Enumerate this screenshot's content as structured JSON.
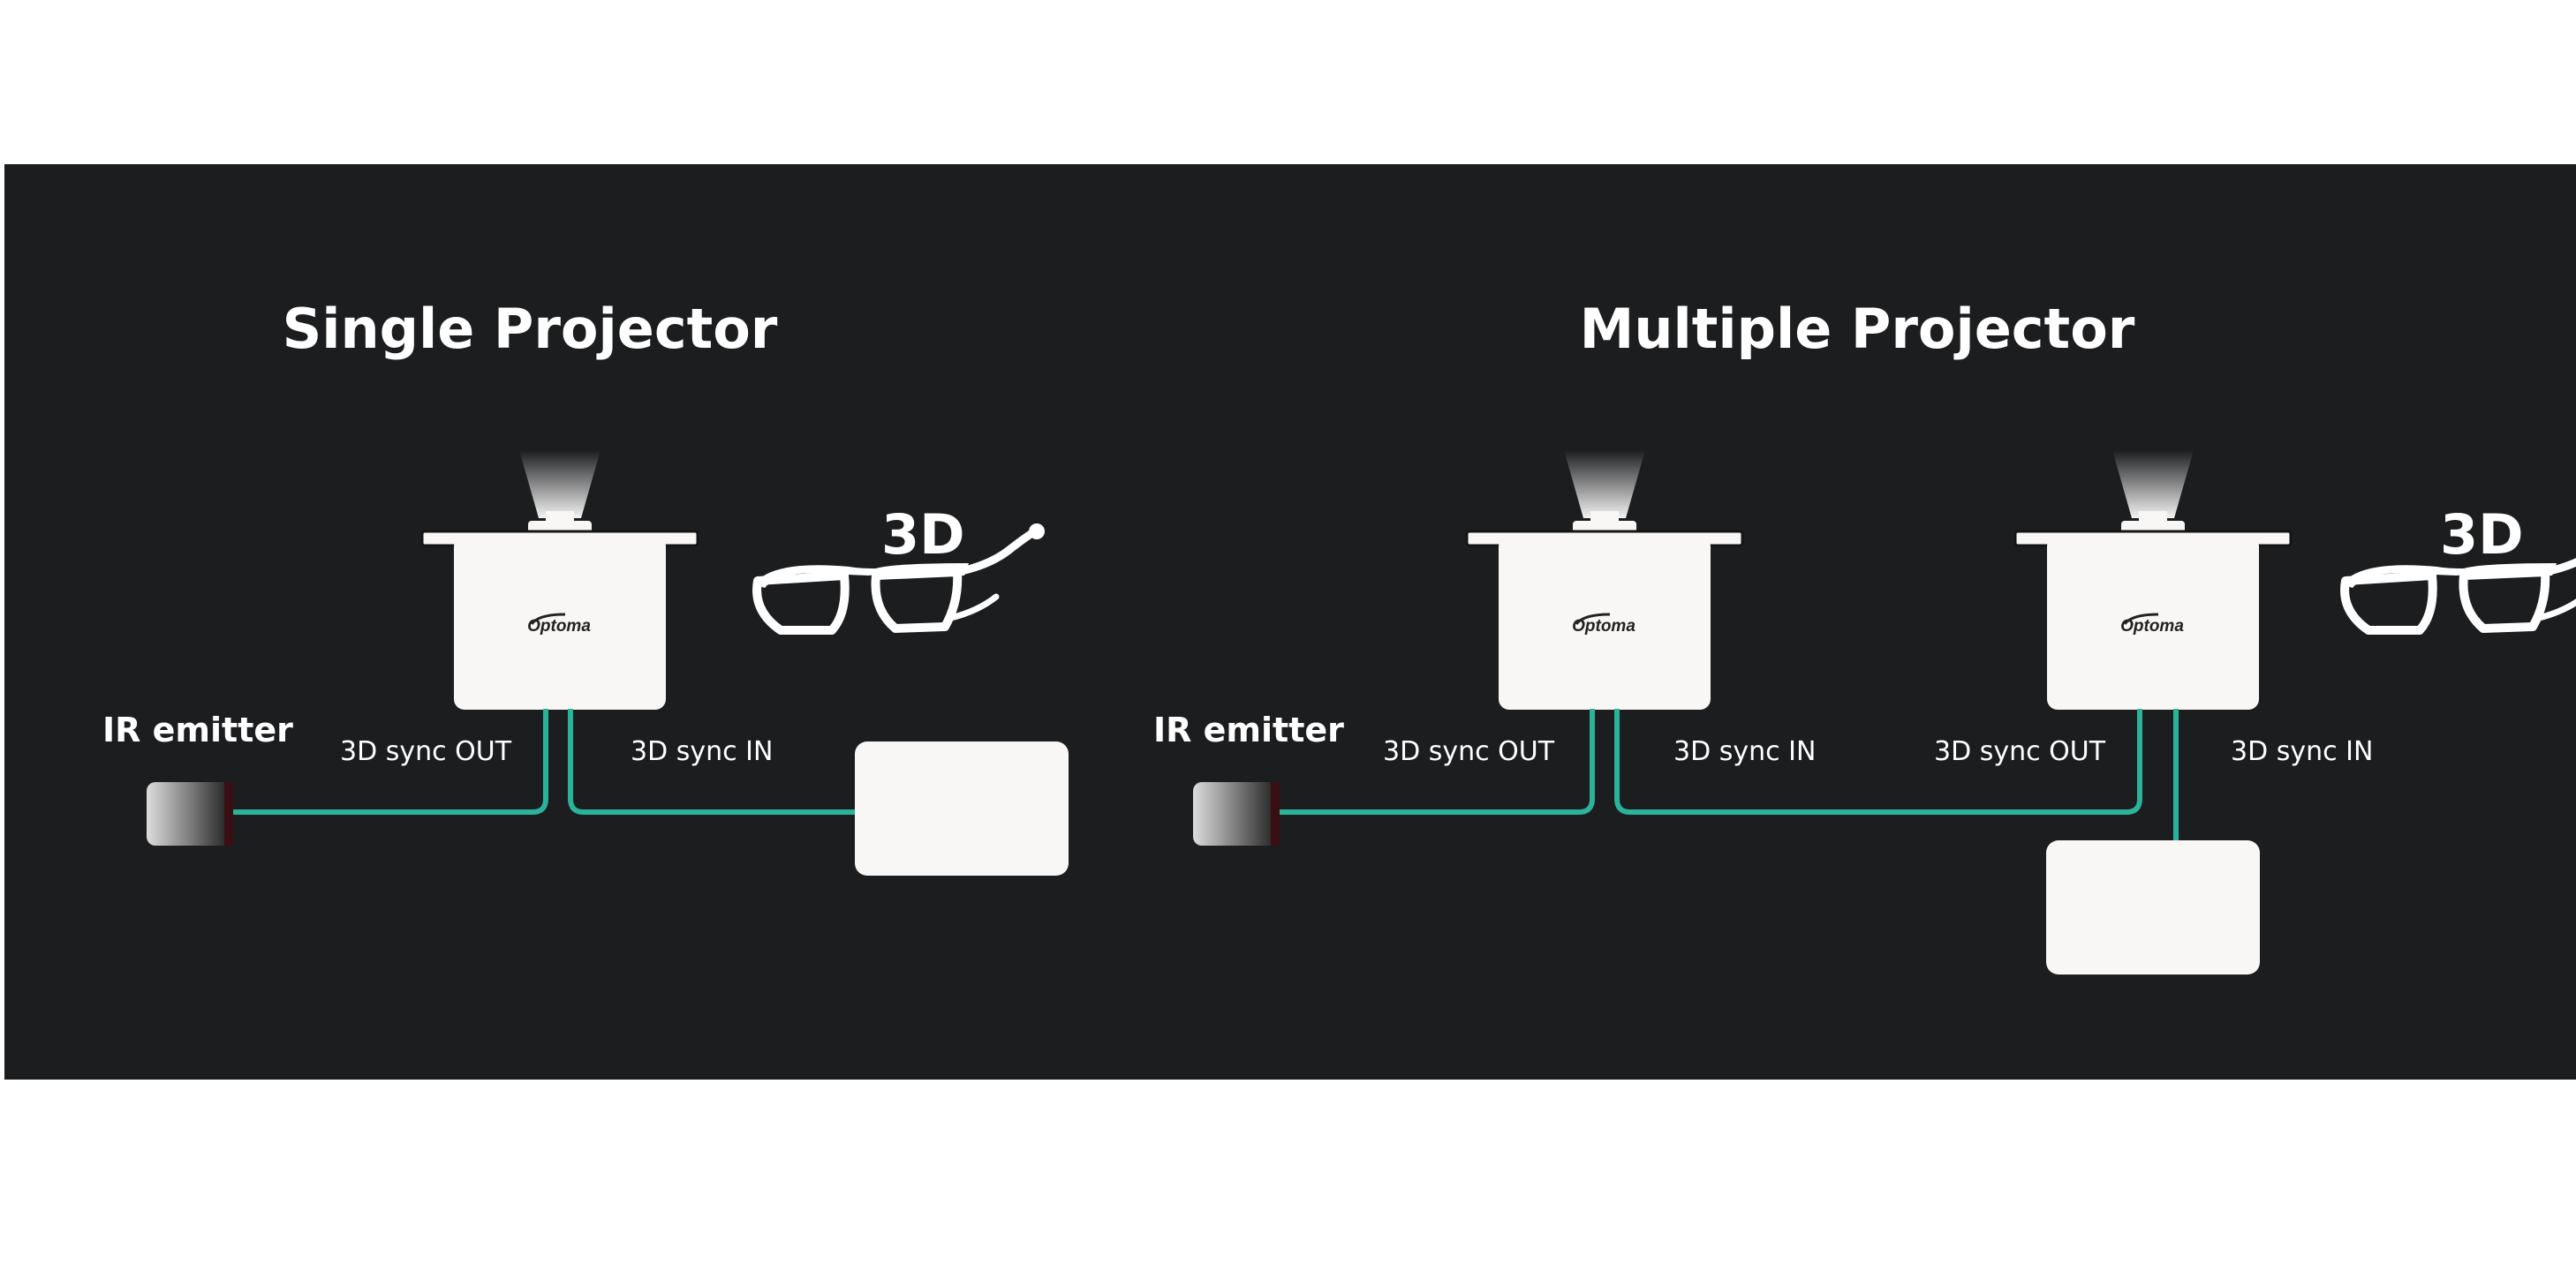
{
  "single": {
    "title": "Single Projector",
    "ir_label": "IR emitter",
    "sync_out": "3D sync OUT",
    "sync_in": "3D sync IN",
    "brand": "Optoma",
    "glasses_3d": "3D"
  },
  "multiple": {
    "title": "Multiple Projector",
    "ir_label": "IR emitter",
    "sync_out_1": "3D sync OUT",
    "sync_in_1": "3D sync IN",
    "sync_out_2": "3D sync OUT",
    "sync_in_2": "3D sync IN",
    "brand_1": "Optoma",
    "brand_2": "Optoma",
    "glasses_3d": "3D"
  },
  "colors": {
    "background": "#1c1d1f",
    "cable": "#2bb39a",
    "device": "#f8f7f5"
  }
}
